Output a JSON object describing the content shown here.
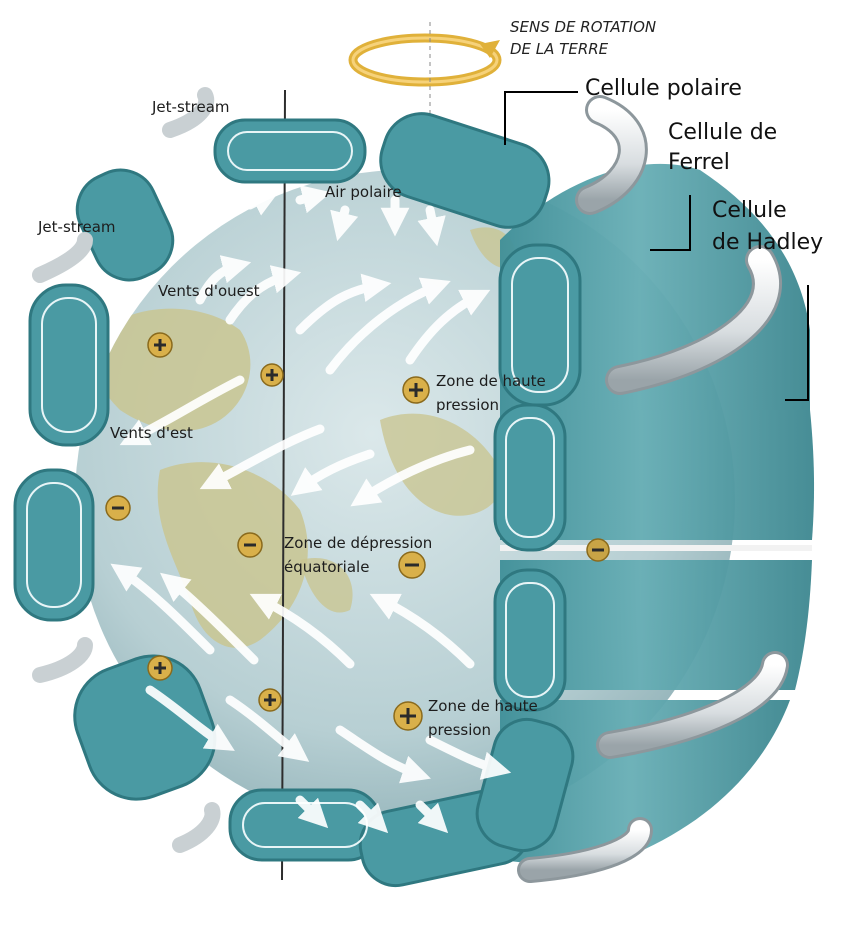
{
  "rotation": {
    "line1": "SENS DE ROTATION",
    "line2": "DE LA TERRE"
  },
  "callouts": {
    "polar": "Cellule polaire",
    "ferrel_1": "Cellule de",
    "ferrel_2": "Ferrel",
    "hadley_1": "Cellule",
    "hadley_2": "de Hadley"
  },
  "labels": {
    "jet_stream_top": "Jet-stream",
    "jet_stream_left": "Jet-stream",
    "air_polaire": "Air polaire",
    "vents_ouest": "Vents d'ouest",
    "vents_est": "Vents d'est",
    "zone_haute_n_1": "Zone de haute",
    "zone_haute_n_2": "pression",
    "zone_dep_1": "Zone de dépression",
    "zone_dep_2": "équatoriale",
    "zone_haute_s_1": "Zone de haute",
    "zone_haute_s_2": "pression"
  },
  "colors": {
    "ocean": "#c6d9dc",
    "land": "#c9c592",
    "cell": "#4a9aa3",
    "cell_dark": "#2f7880",
    "band": "#5aa2aa",
    "arrow": "#ffffff",
    "marker": "#d9b04a"
  }
}
